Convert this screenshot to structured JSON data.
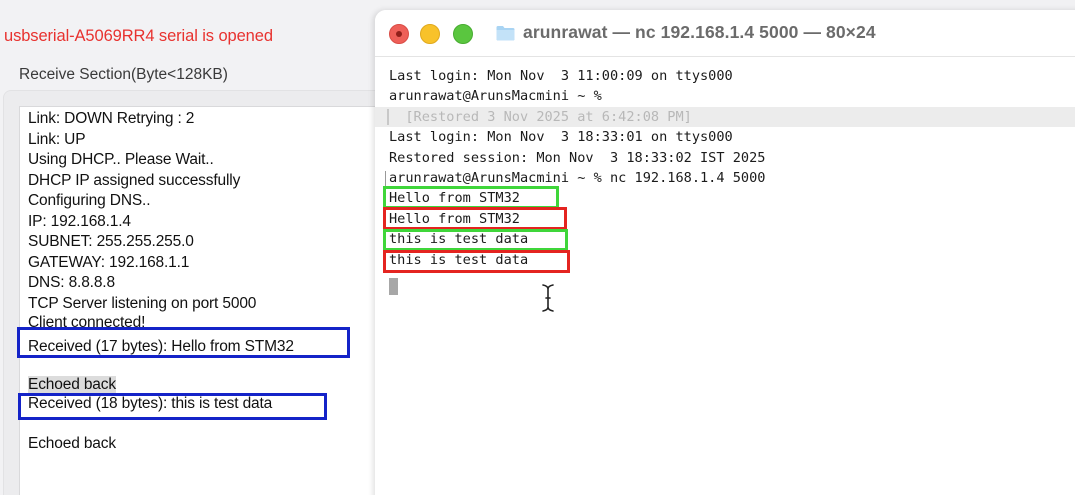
{
  "serial_app": {
    "status_message": "usbserial-A5069RR4 serial is opened",
    "status_color": "#e8322f",
    "receive_section_title": "Receive Section(Byte<128KB)",
    "receive_lines": [
      "Link: DOWN Retrying : 2",
      "Link: UP",
      "Using DHCP.. Please Wait..",
      "DHCP IP assigned successfully",
      "Configuring DNS..",
      "IP: 192.168.1.4",
      "SUBNET: 255.255.255.0",
      "GATEWAY: 192.168.1.1",
      "DNS: 8.8.8.8",
      "TCP Server listening on port 5000",
      "Client connected!",
      "Received (17 bytes): Hello from STM32",
      "",
      "Echoed back",
      "Received (18 bytes): this is test data",
      "",
      "Echoed back"
    ],
    "highlight_color": "#1423c8"
  },
  "terminal": {
    "title": "arunrawat — nc 192.168.1.4 5000 — 80×24",
    "traffic_lights": {
      "close": "#ee5f58",
      "minimize": "#f8c22a",
      "maximize": "#5ac63f"
    },
    "lines": [
      "Last login: Mon Nov  3 11:00:09 on ttys000",
      "arunrawat@ArunsMacmini ~ %",
      "  [Restored 3 Nov 2025 at 6:42:08 PM]",
      "Last login: Mon Nov  3 18:33:01 on ttys000",
      "Restored session: Mon Nov  3 18:33:02 IST 2025",
      "arunrawat@ArunsMacmini ~ % nc 192.168.1.4 5000",
      "Hello from STM32",
      "Hello from STM32",
      "this is test data",
      "this is test data"
    ],
    "sent_highlight_color": "#3fd63a",
    "echo_highlight_color": "#e42420"
  }
}
